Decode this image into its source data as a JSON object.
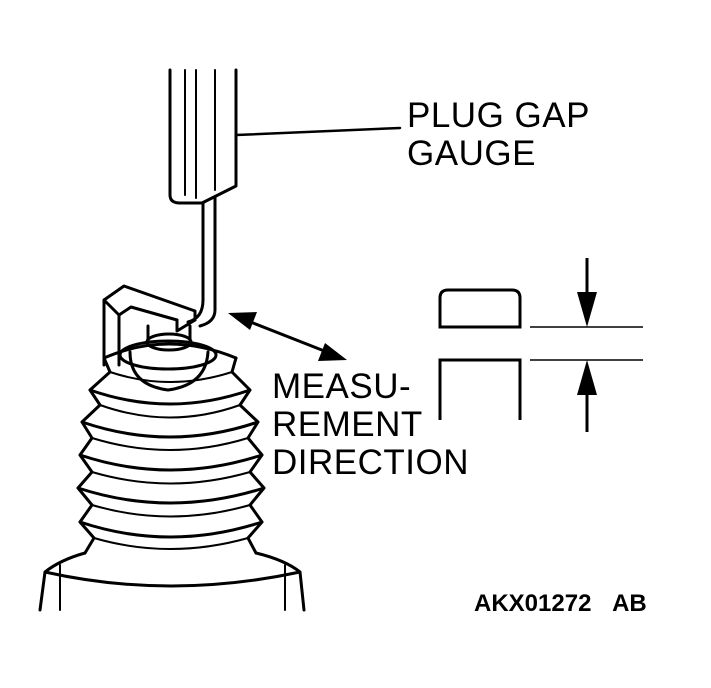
{
  "labels": {
    "gauge_line1": "PLUG GAP",
    "gauge_line2": "GAUGE",
    "direction_line1": "MEASU-",
    "direction_line2": "REMENT",
    "direction_line3": "DIRECTION"
  },
  "figure_code": "AKX01272",
  "figure_suffix": "AB"
}
